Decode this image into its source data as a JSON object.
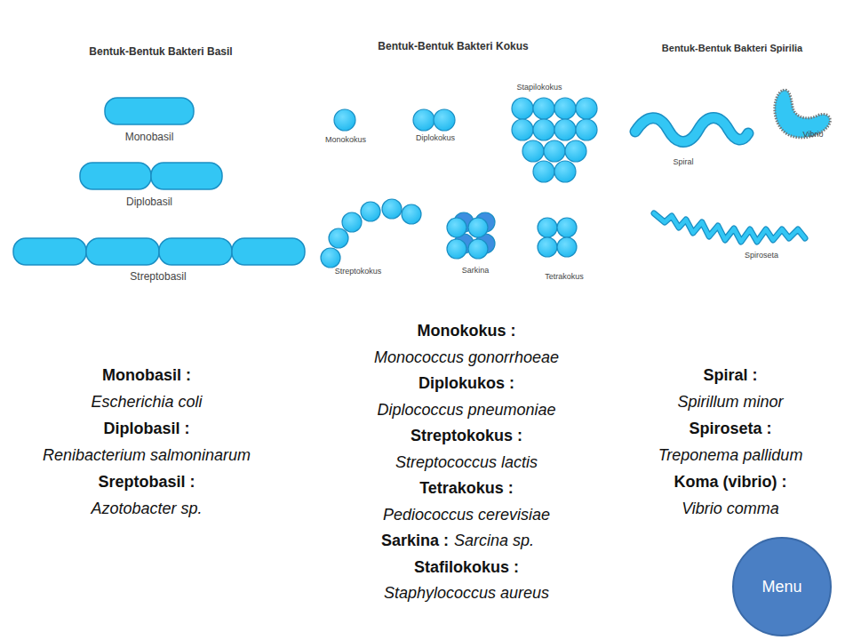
{
  "diagram": {
    "nodes": [
      {
        "text": [
          "Menu"
        ]
      }
    ],
    "labels": [
      "Bentuk-Bentuk Bakteri Basil",
      "Bentuk-Bentuk Bakteri Kokus",
      "Bentuk-Bentuk Bakteri Spirilia",
      "Monobasil",
      "Diplobasil",
      "Streptobasil",
      "Monokokus",
      "Diplokokus",
      "Stapilokokus",
      "Streptokokus",
      "Sarkina",
      "Tetrakokus",
      "Spiral",
      "Vibrio",
      "Spiroseta",
      "Monobasil :",
      "Escherichia coli",
      "Diplobasil :",
      "Renibacterium salmoninarum",
      "Sreptobasil :",
      "Azotobacter sp.",
      "Monokokus :",
      "Monococcus gonorrhoeae",
      "Diplokukos :",
      "Diplococcus pneumoniae",
      "Streptokokus :",
      "Streptococcus lactis",
      "Tetrakokus :",
      "Pediococcus cerevisiae",
      "Sarkina :",
      "Sarcina sp.",
      "Stafilokokus :",
      "Staphylococcus aureus",
      "Spiral :",
      "Spirillum minor",
      "Spiroseta :",
      "Treponema pallidum",
      "Koma (vibrio) :",
      "Vibrio comma"
    ]
  }
}
